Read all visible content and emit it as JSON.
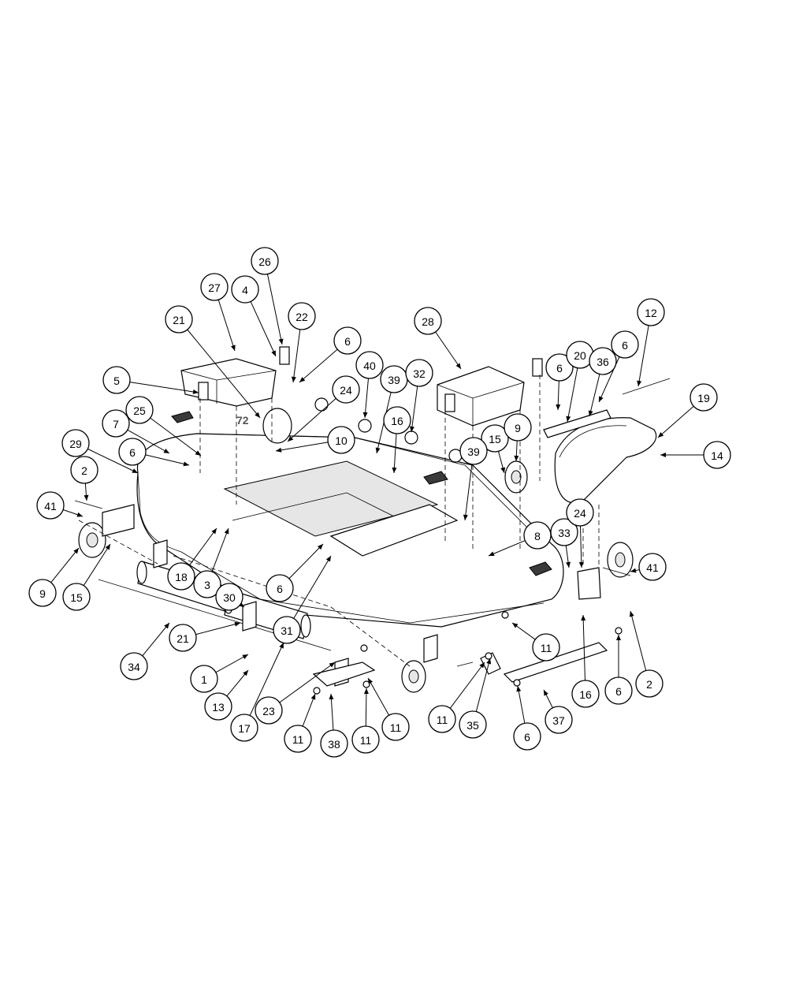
{
  "deck_decal": "72",
  "callouts": [
    {
      "id": "c26a",
      "label": "26"
    },
    {
      "id": "c27a",
      "label": "27"
    },
    {
      "id": "c4a",
      "label": "4"
    },
    {
      "id": "c22a",
      "label": "22"
    },
    {
      "id": "c21a",
      "label": "21"
    },
    {
      "id": "c6a",
      "label": "6"
    },
    {
      "id": "c28a",
      "label": "28"
    },
    {
      "id": "c12a",
      "label": "12"
    },
    {
      "id": "c40a",
      "label": "40"
    },
    {
      "id": "c39a",
      "label": "39"
    },
    {
      "id": "c32a",
      "label": "32"
    },
    {
      "id": "c6b",
      "label": "6"
    },
    {
      "id": "c20a",
      "label": "20"
    },
    {
      "id": "c36a",
      "label": "36"
    },
    {
      "id": "c6c",
      "label": "6"
    },
    {
      "id": "c5a",
      "label": "5"
    },
    {
      "id": "c24a",
      "label": "24"
    },
    {
      "id": "c19a",
      "label": "19"
    },
    {
      "id": "c25a",
      "label": "25"
    },
    {
      "id": "c7a",
      "label": "7"
    },
    {
      "id": "c29a",
      "label": "29"
    },
    {
      "id": "c16a",
      "label": "16"
    },
    {
      "id": "c10a",
      "label": "10"
    },
    {
      "id": "c15a",
      "label": "15"
    },
    {
      "id": "c9a",
      "label": "9"
    },
    {
      "id": "c6d",
      "label": "6"
    },
    {
      "id": "c39b",
      "label": "39"
    },
    {
      "id": "c14a",
      "label": "14"
    },
    {
      "id": "c2a",
      "label": "2"
    },
    {
      "id": "c41a",
      "label": "41"
    },
    {
      "id": "c8a",
      "label": "8"
    },
    {
      "id": "c33a",
      "label": "33"
    },
    {
      "id": "c24b",
      "label": "24"
    },
    {
      "id": "c18a",
      "label": "18"
    },
    {
      "id": "c9b",
      "label": "9"
    },
    {
      "id": "c15b",
      "label": "15"
    },
    {
      "id": "c3a",
      "label": "3"
    },
    {
      "id": "c30a",
      "label": "30"
    },
    {
      "id": "c41b",
      "label": "41"
    },
    {
      "id": "c6e",
      "label": "6"
    },
    {
      "id": "c31a",
      "label": "31"
    },
    {
      "id": "c11a",
      "label": "11"
    },
    {
      "id": "c34a",
      "label": "34"
    },
    {
      "id": "c21b",
      "label": "21"
    },
    {
      "id": "c1a",
      "label": "1"
    },
    {
      "id": "c16b",
      "label": "16"
    },
    {
      "id": "c6f",
      "label": "6"
    },
    {
      "id": "c2b",
      "label": "2"
    },
    {
      "id": "c13a",
      "label": "13"
    },
    {
      "id": "c17a",
      "label": "17"
    },
    {
      "id": "c23a",
      "label": "23"
    },
    {
      "id": "c37a",
      "label": "37"
    },
    {
      "id": "c11b",
      "label": "11"
    },
    {
      "id": "c35a",
      "label": "35"
    },
    {
      "id": "c11c",
      "label": "11"
    },
    {
      "id": "c38a",
      "label": "38"
    },
    {
      "id": "c11d",
      "label": "11"
    },
    {
      "id": "c11e",
      "label": "11"
    },
    {
      "id": "c6g",
      "label": "6"
    }
  ]
}
